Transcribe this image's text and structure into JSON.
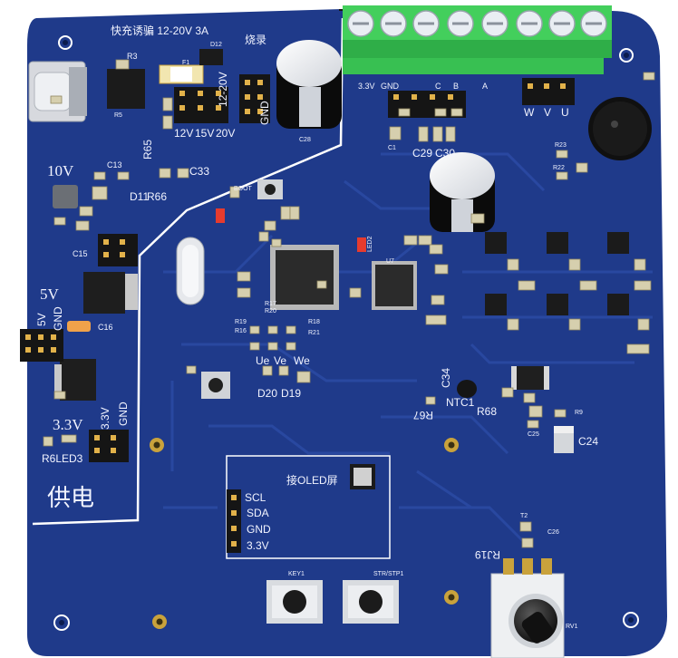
{
  "board": {
    "pcb_color": "#1f3a8a",
    "silk_color": "#f2f4ff",
    "terminal_color": "#3fd35a",
    "pad_color": "#c9a23c"
  },
  "labels": {
    "header_title": "快充诱骗 12-20V 3A",
    "burn": "烧录",
    "v12_20": "12-20V",
    "gnd_a": "GND",
    "v12": "12V",
    "v15": "15V",
    "v20": "20V",
    "v10": "10V",
    "v5": "5V",
    "v5_small": "5V",
    "gnd_b": "GND",
    "v3_3": "3.3V",
    "v3_3_small": "3.3V",
    "gnd_c": "GND",
    "supply": "供电",
    "led3": "R6LED3",
    "d11": "D11",
    "r66": "R66",
    "r65": "R65",
    "c33": "C33",
    "c15": "C15",
    "c16": "C16",
    "c13": "C13",
    "r3": "R3",
    "d12": "D12",
    "f1": "F1",
    "r5": "R5",
    "c28": "C28",
    "term_3v3": "3.3V",
    "term_gnd": "GND",
    "term_c": "C",
    "term_b": "B",
    "term_a": "A",
    "w": "W",
    "v": "V",
    "u": "U",
    "c29": "C29",
    "c30": "C30",
    "r23": "R23",
    "r22": "R22",
    "c1": "C1",
    "u7": "U7",
    "led2": "LED2",
    "r17": "R17",
    "r20": "R20",
    "r19": "R19",
    "r16": "R16",
    "r18": "R18",
    "r21": "R21",
    "ue": "Ue",
    "ve": "Ve",
    "we": "We",
    "d20": "D20",
    "d19": "D19",
    "c34": "C34",
    "ntc1": "NTC1",
    "r67": "R67",
    "r68": "R68",
    "r9": "R9",
    "c24": "C24",
    "c25": "C25",
    "oled_title": "接OLED屏",
    "scl": "SCL",
    "sda": "SDA",
    "gnd_oled": "GND",
    "v3_3_oled": "3.3V",
    "key1": "KEY1",
    "str_stp1": "STR/STP1",
    "t2": "T2",
    "c26": "C26",
    "rj19": "RJ19",
    "rv1": "RV1",
    "boot": "BOOT"
  }
}
